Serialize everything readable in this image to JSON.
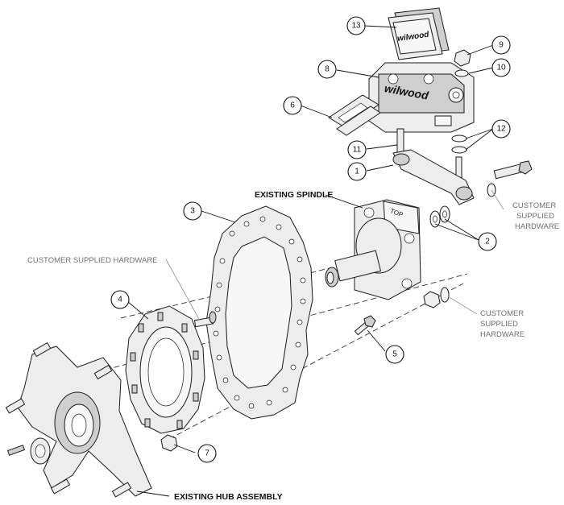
{
  "callouts": {
    "c1": "1",
    "c2": "2",
    "c3": "3",
    "c4": "4",
    "c5": "5",
    "c6": "6",
    "c7": "7",
    "c8": "8",
    "c9": "9",
    "c10": "10",
    "c11": "11",
    "c12": "12",
    "c13": "13"
  },
  "labels": {
    "existing_spindle": "EXISTING SPINDLE",
    "existing_hub_assembly": "EXISTING HUB ASSEMBLY",
    "customer_supplied_hardware_left": "CUSTOMER SUPPLIED HARDWARE",
    "customer_supplied_hardware_right_1": "CUSTOMER",
    "customer_supplied_hardware_right_2": "SUPPLIED",
    "customer_supplied_hardware_right_3": "HARDWARE",
    "customer_supplied_hardware_lower_1": "CUSTOMER",
    "customer_supplied_hardware_lower_2": "SUPPLIED",
    "customer_supplied_hardware_lower_3": "HARDWARE"
  },
  "branding": {
    "caliper_logo": "wilwood",
    "pad_logo": "wilwood",
    "spindle_stamp": "TOP"
  },
  "colors": {
    "ink": "#111111",
    "gray_label": "#6f6f6f",
    "part_fill": "#ededed"
  }
}
